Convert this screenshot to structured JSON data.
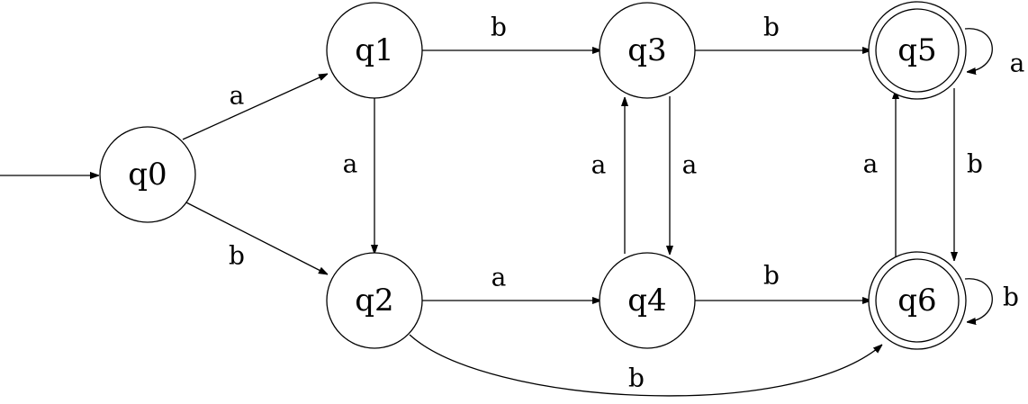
{
  "diagram": {
    "type": "finite-automaton",
    "start_state": "q0",
    "states": [
      {
        "id": "q0",
        "label": "q0",
        "accepting": false
      },
      {
        "id": "q1",
        "label": "q1",
        "accepting": false
      },
      {
        "id": "q2",
        "label": "q2",
        "accepting": false
      },
      {
        "id": "q3",
        "label": "q3",
        "accepting": false
      },
      {
        "id": "q4",
        "label": "q4",
        "accepting": false
      },
      {
        "id": "q5",
        "label": "q5",
        "accepting": true
      },
      {
        "id": "q6",
        "label": "q6",
        "accepting": true
      }
    ],
    "transitions": [
      {
        "from": "q0",
        "to": "q1",
        "symbol": "a"
      },
      {
        "from": "q0",
        "to": "q2",
        "symbol": "b"
      },
      {
        "from": "q1",
        "to": "q2",
        "symbol": "a"
      },
      {
        "from": "q1",
        "to": "q3",
        "symbol": "b"
      },
      {
        "from": "q2",
        "to": "q4",
        "symbol": "a"
      },
      {
        "from": "q2",
        "to": "q6",
        "symbol": "b"
      },
      {
        "from": "q3",
        "to": "q4",
        "symbol": "a"
      },
      {
        "from": "q3",
        "to": "q5",
        "symbol": "b"
      },
      {
        "from": "q4",
        "to": "q3",
        "symbol": "a"
      },
      {
        "from": "q4",
        "to": "q6",
        "symbol": "b"
      },
      {
        "from": "q5",
        "to": "q5",
        "symbol": "a"
      },
      {
        "from": "q5",
        "to": "q6",
        "symbol": "b"
      },
      {
        "from": "q6",
        "to": "q5",
        "symbol": "a"
      },
      {
        "from": "q6",
        "to": "q6",
        "symbol": "b"
      }
    ]
  }
}
